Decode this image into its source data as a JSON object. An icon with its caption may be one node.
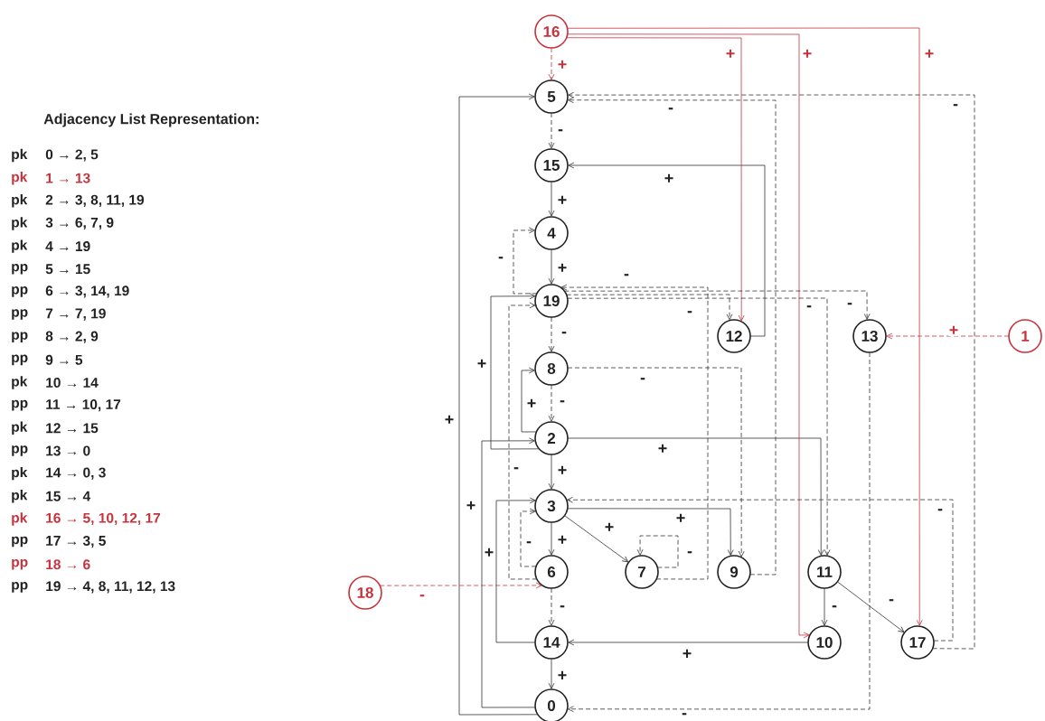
{
  "diagram": {
    "title": "Adjacency List Representation:",
    "nodes": [
      {
        "text": [
          "16"
        ]
      },
      {
        "text": [
          "5"
        ]
      },
      {
        "text": [
          "15"
        ]
      },
      {
        "text": [
          "4"
        ]
      },
      {
        "text": [
          "19"
        ]
      },
      {
        "text": [
          "12"
        ]
      },
      {
        "text": [
          "13"
        ]
      },
      {
        "text": [
          "1"
        ]
      },
      {
        "text": [
          "8"
        ]
      },
      {
        "text": [
          "2"
        ]
      },
      {
        "text": [
          "3"
        ]
      },
      {
        "text": [
          "18"
        ]
      },
      {
        "text": [
          "6"
        ]
      },
      {
        "text": [
          "7"
        ]
      },
      {
        "text": [
          "9"
        ]
      },
      {
        "text": [
          "11"
        ]
      },
      {
        "text": [
          "14"
        ]
      },
      {
        "text": [
          "10"
        ]
      },
      {
        "text": [
          "17"
        ]
      },
      {
        "text": [
          "0"
        ]
      }
    ],
    "edges": [
      {
        "from": 19,
        "to": 9,
        "arrow": "to",
        "label": "+"
      },
      {
        "from": 19,
        "to": 1,
        "arrow": "to",
        "label": "+"
      },
      {
        "from": 7,
        "to": 6,
        "arrow": "to",
        "label": "+",
        "style": "dashed",
        "color": "#c8323c"
      },
      {
        "from": 9,
        "to": 10,
        "arrow": "to",
        "label": "+"
      },
      {
        "from": 9,
        "to": 8,
        "arrow": "to",
        "label": "+"
      },
      {
        "from": 9,
        "to": 15,
        "arrow": "to",
        "label": "+"
      },
      {
        "from": 9,
        "to": 4,
        "arrow": "to",
        "label": "+"
      },
      {
        "from": 10,
        "to": 12,
        "arrow": "to",
        "label": "+"
      },
      {
        "from": 10,
        "to": 13,
        "arrow": "to",
        "label": "+"
      },
      {
        "from": 10,
        "to": 14,
        "arrow": "to",
        "label": "+"
      },
      {
        "from": 3,
        "to": 4,
        "arrow": "to",
        "label": "+"
      },
      {
        "from": 1,
        "to": 2,
        "arrow": "to",
        "label": "-",
        "style": "dashed"
      },
      {
        "from": 12,
        "to": 10,
        "arrow": "to",
        "label": "-",
        "style": "dashed"
      },
      {
        "from": 12,
        "to": 16,
        "arrow": "to",
        "label": "-",
        "style": "dashed"
      },
      {
        "from": 12,
        "to": 4,
        "arrow": "to",
        "label": "-",
        "style": "dashed"
      },
      {
        "from": 13,
        "to": 13,
        "arrow": "to",
        "label": "-",
        "style": "dashed"
      },
      {
        "from": 13,
        "to": 4,
        "arrow": "to",
        "label": "-",
        "style": "dashed"
      },
      {
        "from": 8,
        "to": 9,
        "arrow": "to",
        "label": "-",
        "style": "dashed"
      },
      {
        "from": 8,
        "to": 14,
        "arrow": "to",
        "label": "-",
        "style": "dashed"
      },
      {
        "from": 14,
        "to": 1,
        "arrow": "to",
        "label": "-",
        "style": "dashed"
      },
      {
        "from": 17,
        "to": 16,
        "arrow": "to",
        "label": "+"
      },
      {
        "from": 15,
        "to": 17,
        "arrow": "to",
        "label": "-"
      },
      {
        "from": 15,
        "to": 18,
        "arrow": "to",
        "label": "-"
      },
      {
        "from": 5,
        "to": 2,
        "arrow": "to",
        "label": "+"
      },
      {
        "from": 6,
        "to": 19,
        "arrow": "to",
        "label": "-",
        "style": "dashed"
      },
      {
        "from": 16,
        "to": 19,
        "arrow": "to",
        "label": "+"
      },
      {
        "from": 16,
        "to": 10,
        "arrow": "to",
        "label": "+"
      },
      {
        "from": 2,
        "to": 3,
        "arrow": "to",
        "label": "+"
      },
      {
        "from": 0,
        "to": 1,
        "arrow": "to",
        "label": "+",
        "style": "dashed",
        "color": "#c8323c"
      },
      {
        "from": 0,
        "to": 17,
        "arrow": "to",
        "label": "+",
        "color": "#c8323c"
      },
      {
        "from": 0,
        "to": 5,
        "arrow": "to",
        "label": "+",
        "color": "#c8323c"
      },
      {
        "from": 0,
        "to": 18,
        "arrow": "to",
        "label": "+",
        "color": "#c8323c"
      },
      {
        "from": 18,
        "to": 10,
        "arrow": "to",
        "label": "-",
        "style": "dashed"
      },
      {
        "from": 18,
        "to": 1,
        "arrow": "to",
        "label": "-",
        "style": "dashed"
      },
      {
        "from": 11,
        "to": 12,
        "arrow": "to",
        "label": "-",
        "style": "dashed",
        "color": "#c8323c"
      },
      {
        "from": 4,
        "to": 3,
        "arrow": "to",
        "label": "-",
        "style": "dashed"
      },
      {
        "from": 4,
        "to": 8,
        "arrow": "to",
        "label": "-",
        "style": "dashed"
      },
      {
        "from": 4,
        "to": 15,
        "arrow": "to",
        "label": "-",
        "style": "dashed"
      },
      {
        "from": 4,
        "to": 5,
        "arrow": "to",
        "label": "-",
        "style": "dashed"
      },
      {
        "from": 4,
        "to": 6,
        "arrow": "to",
        "label": "-",
        "style": "dashed"
      }
    ],
    "labels": [
      "pk",
      "0 → 2, 5",
      "pk",
      "1 → 13",
      "pk",
      "2 → 3, 8, 11, 19",
      "pk",
      "3 → 6, 7, 9",
      "pk",
      "4 → 19",
      "pp",
      "5 → 15",
      "pp",
      "6 → 3, 14, 19",
      "pp",
      "7 → 7, 19",
      "pp",
      "8 → 2, 9",
      "pp",
      "9 → 5",
      "pk",
      "10 → 14",
      "pp",
      "11 → 10, 17",
      "pk",
      "12 → 15",
      "pp",
      "13 → 0",
      "pk",
      "14 → 0, 3",
      "pk",
      "15 → 4",
      "pk",
      "16 → 5, 10, 12, 17",
      "pp",
      "17 → 3, 5",
      "pp",
      "18 → 6",
      "pp",
      "19 → 4, 8, 11, 12, 13"
    ]
  }
}
